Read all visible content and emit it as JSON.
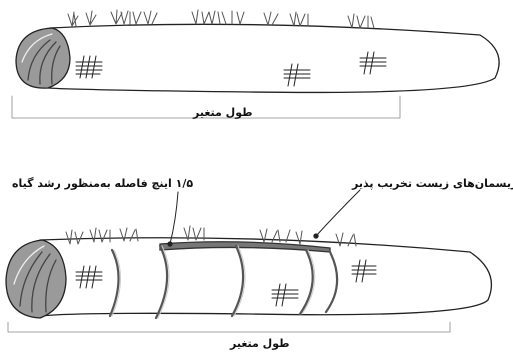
{
  "labels": {
    "top_length": "طول متغیر",
    "bottom_length": "طول متغیر",
    "spacing": "۱/۵ اینچ  فاصله به‌منظور رشد گیاه",
    "ropes": "ریسمان‌های زیست تخریب پذیر"
  }
}
